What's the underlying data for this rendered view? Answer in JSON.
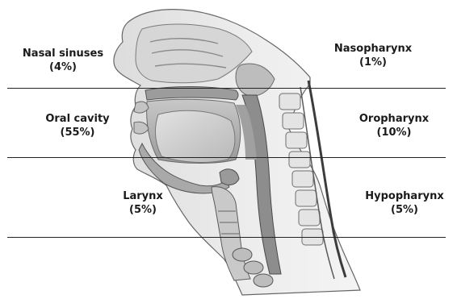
{
  "regions": [
    {
      "name": "Nasal sinuses",
      "percent": "(4%)"
    },
    {
      "name": "Nasopharynx",
      "percent": "(1%)"
    },
    {
      "name": "Oral cavity",
      "percent": "(55%)"
    },
    {
      "name": "Oropharynx",
      "percent": "(10%)"
    },
    {
      "name": "Larynx",
      "percent": "(5%)"
    },
    {
      "name": "Hypopharynx",
      "percent": "(5%)"
    }
  ],
  "colors": {
    "line": "#222222",
    "text": "#1a1a1a",
    "illustration_light": "#e6e6e6",
    "illustration_mid": "#b5b5b5",
    "illustration_dark": "#555555"
  },
  "icons": [
    "head-neck-anatomy-illustration"
  ]
}
